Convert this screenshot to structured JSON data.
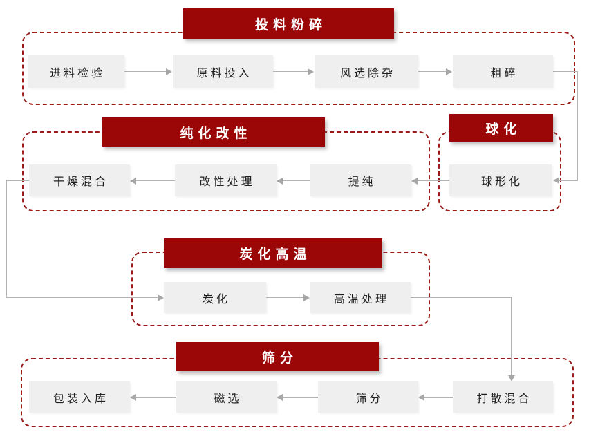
{
  "palette": {
    "header_bg": "#9b0606",
    "header_text": "#ffffff",
    "dashed_border": "#9b1b1b",
    "box_bg": "#efefef",
    "box_text": "#1f1f1f",
    "connector": "#b3b3b3",
    "arrowhead": "#a6a6a6"
  },
  "stages": [
    {
      "title": "投料粉碎",
      "nodes": [
        "进料检验",
        "原料投入",
        "风选除杂",
        "粗碎"
      ]
    },
    {
      "title": "纯化改性",
      "nodes": [
        "干燥混合",
        "改性处理",
        "提纯"
      ]
    },
    {
      "title": "球化",
      "nodes": [
        "球形化"
      ]
    },
    {
      "title": "炭化高温",
      "nodes": [
        "炭化",
        "高温处理"
      ]
    },
    {
      "title": "筛分",
      "nodes": [
        "包装入库",
        "磁选",
        "筛分",
        "打散混合"
      ]
    }
  ],
  "flow_order": [
    "进料检验",
    "原料投入",
    "风选除杂",
    "粗碎",
    "球形化",
    "提纯",
    "改性处理",
    "干燥混合",
    "炭化",
    "高温处理",
    "打散混合",
    "筛分",
    "磁选",
    "包装入库"
  ]
}
